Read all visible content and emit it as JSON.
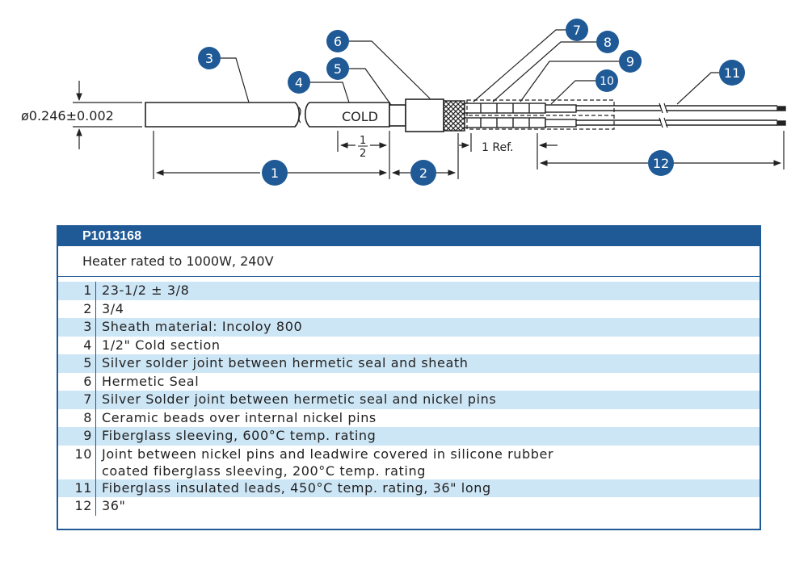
{
  "drawing": {
    "diameter_label": "ø0.246±0.002",
    "cold_label": "COLD",
    "half_num": "1",
    "half_den": "2",
    "ref_label": "1  Ref.",
    "callouts": [
      "1",
      "2",
      "3",
      "4",
      "5",
      "6",
      "7",
      "8",
      "9",
      "10",
      "11",
      "12"
    ]
  },
  "table": {
    "part_number": "P1013168",
    "description": "Heater rated to 1000W, 240V",
    "rows": [
      {
        "num": "1",
        "text": "23-1/2  ±  3/8"
      },
      {
        "num": "2",
        "text": "3/4"
      },
      {
        "num": "3",
        "text": "Sheath material: Incoloy 800"
      },
      {
        "num": "4",
        "text": "1/2\" Cold section"
      },
      {
        "num": "5",
        "text": "Silver solder joint between hermetic seal and sheath"
      },
      {
        "num": "6",
        "text": "Hermetic Seal"
      },
      {
        "num": "7",
        "text": "Silver Solder joint between hermetic seal and nickel pins"
      },
      {
        "num": "8",
        "text": "Ceramic beads over internal nickel pins"
      },
      {
        "num": "9",
        "text": "Fiberglass sleeving, 600°C temp. rating"
      },
      {
        "num": "10",
        "text": "Joint between nickel pins and leadwire covered in silicone rubber\ncoated fiberglass sleeving, 200°C temp. rating"
      },
      {
        "num": "11",
        "text": "Fiberglass insulated leads, 450°C temp. rating, 36\" long"
      },
      {
        "num": "12",
        "text": "36\""
      }
    ]
  }
}
